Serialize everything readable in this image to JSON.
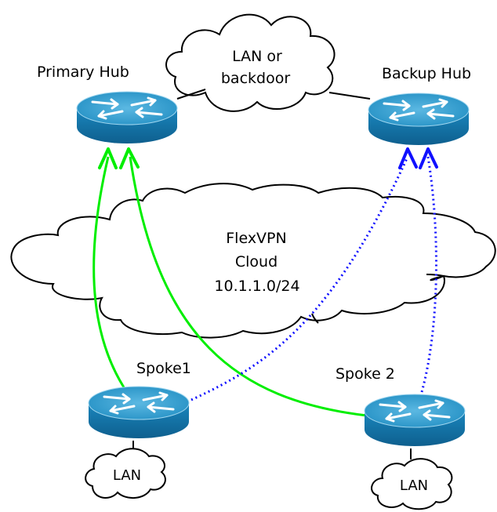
{
  "nodes": {
    "primary_hub": {
      "label": "Primary Hub",
      "icon": "router-icon"
    },
    "backup_hub": {
      "label": "Backup Hub",
      "icon": "router-icon"
    },
    "spoke1": {
      "label": "Spoke1",
      "icon": "router-icon"
    },
    "spoke2": {
      "label": "Spoke 2",
      "icon": "router-icon"
    }
  },
  "clouds": {
    "backdoor": {
      "line1": "LAN or",
      "line2": "backdoor"
    },
    "flexvpn": {
      "line1": "FlexVPN",
      "line2": "Cloud",
      "line3": "10.1.1.0/24"
    },
    "lan_spoke1": {
      "label": "LAN"
    },
    "lan_spoke2": {
      "label": "LAN"
    }
  },
  "colors": {
    "router_top": "#2b97c8",
    "router_side": "#1479ad",
    "primary_path": "#00ee00",
    "backup_path": "#1010ff",
    "outline": "#000000"
  }
}
